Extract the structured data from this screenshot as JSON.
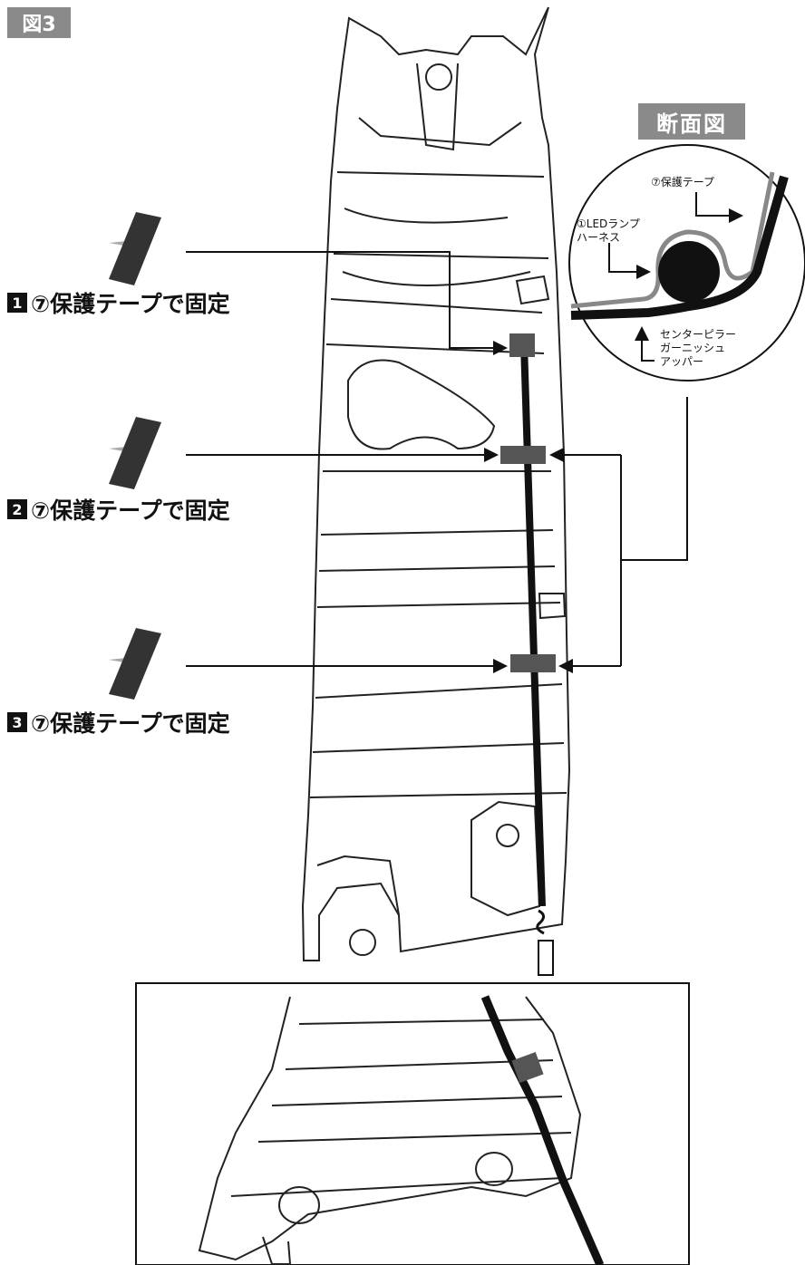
{
  "figure_label": "図3",
  "section_view_label": "断面図",
  "steps": [
    {
      "number": "1",
      "text": "⑦保護テープで固定"
    },
    {
      "number": "2",
      "text": "⑦保護テープで固定"
    },
    {
      "number": "3",
      "text": "⑦保護テープで固定"
    }
  ],
  "cross_section": {
    "tape_label": "⑦保護テープ",
    "led_label_line1": "①LEDランプ",
    "led_label_line2": "ハーネス",
    "pillar_label_line1": "センターピラー",
    "pillar_label_line2": "ガーニッシュ",
    "pillar_label_line3": "アッパー"
  }
}
